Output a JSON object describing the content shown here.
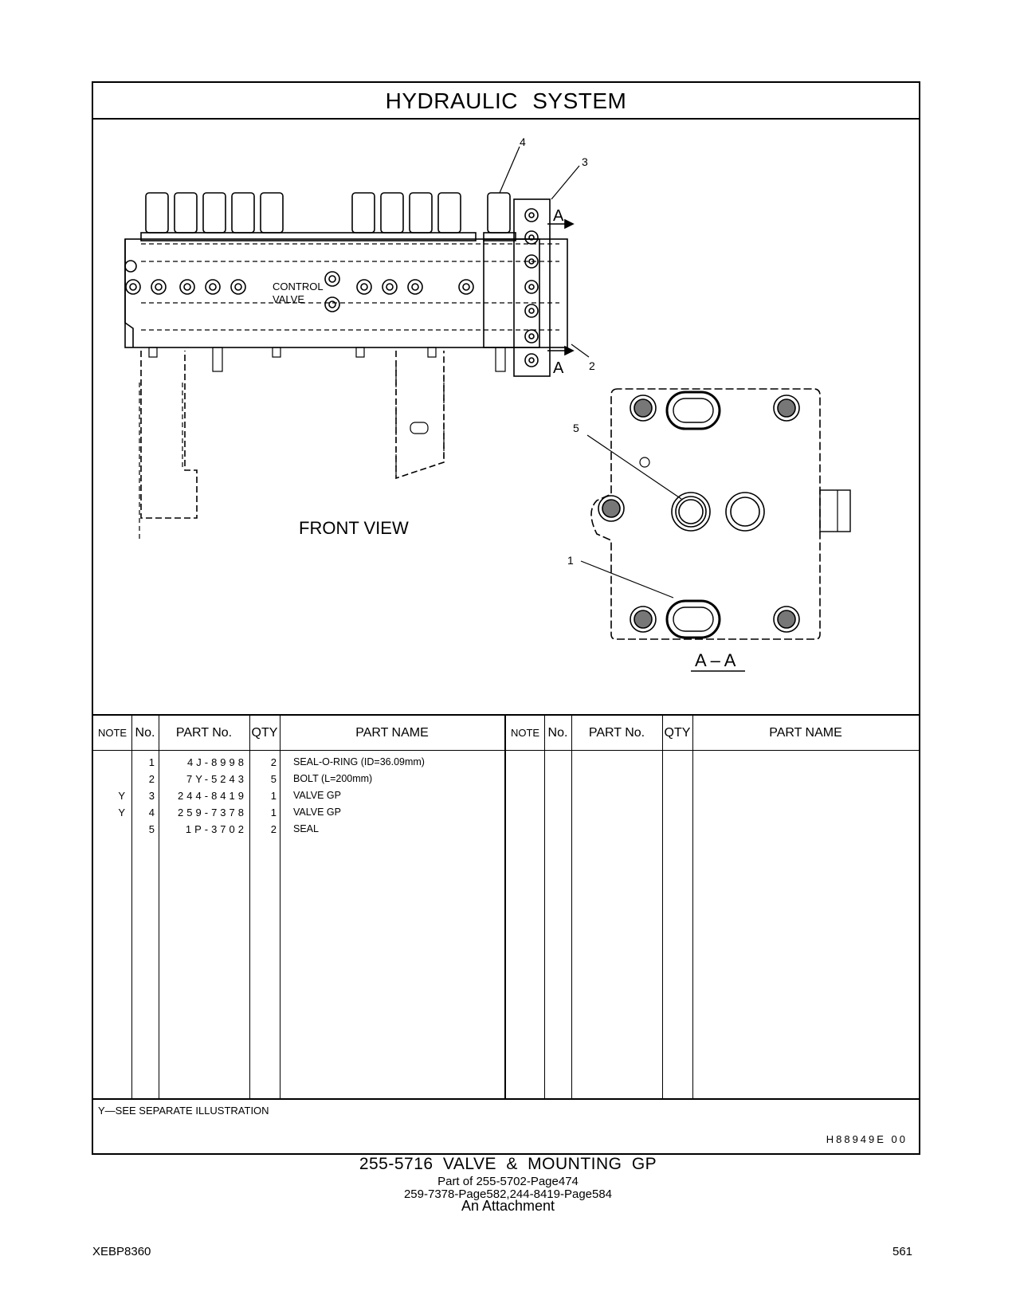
{
  "document": {
    "title": "HYDRAULIC   SYSTEM",
    "view_label": "FRONT  VIEW",
    "section_label": "A – A",
    "control_valve_label_1": "CONTROL",
    "control_valve_label_2": "VALVE",
    "callouts": {
      "c1": "1",
      "c2": "2",
      "c3": "3",
      "c4": "4",
      "c5": "5",
      "arrow_a_top": "A",
      "arrow_a_bottom": "A"
    }
  },
  "table": {
    "headers": {
      "note": "NOTE",
      "no": "No.",
      "part_no": "PART No.",
      "qty": "QTY",
      "part_name": "PART NAME"
    },
    "rows": [
      {
        "note": "",
        "no": "1",
        "part_no": "4J-8998",
        "qty": "2",
        "name": "SEAL-O-RING (ID=36.09mm)"
      },
      {
        "note": "",
        "no": "2",
        "part_no": "7Y-5243",
        "qty": "5",
        "name": "BOLT (L=200mm)"
      },
      {
        "note": "Y",
        "no": "3",
        "part_no": "244-8419",
        "qty": "1",
        "name": "VALVE  GP"
      },
      {
        "note": "Y",
        "no": "4",
        "part_no": "259-7378",
        "qty": "1",
        "name": "VALVE  GP"
      },
      {
        "note": "",
        "no": "5",
        "part_no": "1P-3702",
        "qty": "2",
        "name": "SEAL"
      }
    ]
  },
  "footer": {
    "footnote": "Y—SEE  SEPARATE  ILLUSTRATION",
    "drawing_no": "H88949E   00"
  },
  "caption": {
    "line1": "255-5716  VALVE  &  MOUNTING  GP",
    "line2": "Part of 255-5702-Page474",
    "line3": "259-7378-Page582,244-8419-Page584",
    "line4": "An Attachment"
  },
  "page": {
    "doc_id": "XEBP8360",
    "number": "561"
  }
}
